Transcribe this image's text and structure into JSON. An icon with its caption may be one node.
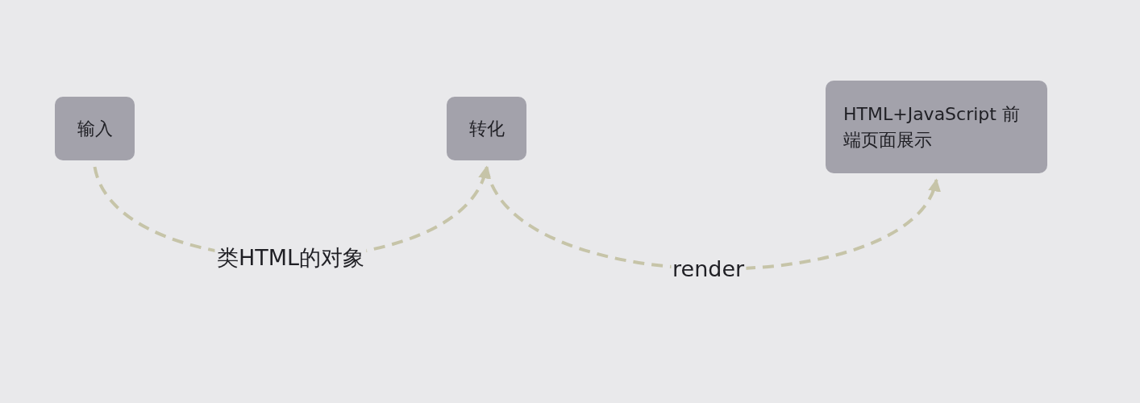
{
  "diagram": {
    "nodes": [
      {
        "text": [
          "输入"
        ]
      },
      {
        "text": [
          "转化"
        ]
      },
      {
        "text": [
          "HTML+JavaScript 前端页面展示"
        ]
      }
    ],
    "edges": [
      {
        "from": 0,
        "to": 1,
        "arrow": "to",
        "label": "类HTML的对象",
        "style": "dashed"
      },
      {
        "from": 1,
        "to": 2,
        "arrow": "to",
        "label": "render",
        "style": "dashed"
      }
    ]
  }
}
